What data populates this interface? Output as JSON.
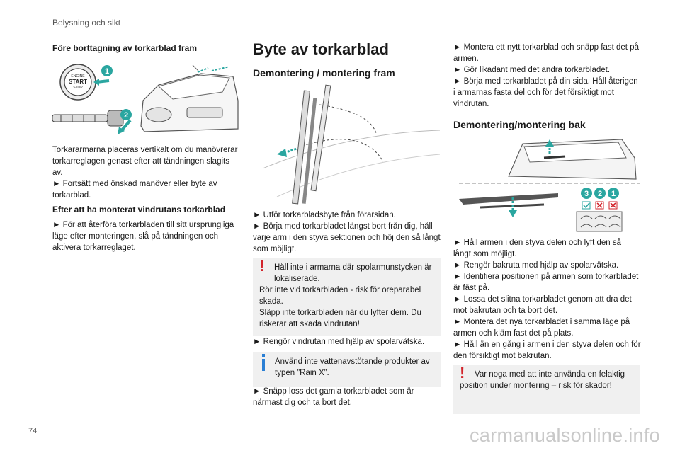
{
  "header": {
    "section": "Belysning och sikt"
  },
  "page_number": "74",
  "watermark": "carmanualsonline.info",
  "col1": {
    "heading_before": "Före borttagning av torkarblad fram",
    "figure": {
      "button_line1": "ENGINE",
      "button_line2": "START",
      "button_line3": "STOP",
      "callout1": "1",
      "callout2": "2"
    },
    "para1": "Torkararmarna placeras vertikalt om du manövrerar torkarreglagen genast efter att tändningen slagits av.",
    "para1b": "► Fortsätt med önskad manöver eller byte av torkarblad.",
    "heading_after": "Efter att ha monterat vindrutans torkarblad",
    "para2": "► För att återföra torkarbladen till sitt ursprungliga läge efter monteringen, slå på tändningen och aktivera torkarreglaget."
  },
  "col2": {
    "title": "Byte av torkarblad",
    "subheading": "Demontering / montering fram",
    "steps": [
      "► Utför torkarbladsbyte från förarsidan.",
      "► Börja med torkarbladet längst bort från dig, håll varje arm i den styva sektionen och höj den så långt som möjligt."
    ],
    "warning": {
      "line1": "Håll inte i armarna där spolarmunstycken är lokaliserade.",
      "line2": "Rör inte vid torkarbladen - risk för oreparabel skada.",
      "line3": "Släpp inte torkarbladen när du lyfter dem. Du riskerar att skada vindrutan!"
    },
    "step3": "► Rengör vindrutan med hjälp av spolarvätska.",
    "info": "Använd inte vattenavstötande produkter av typen ”Rain X”.",
    "step4": "► Snäpp loss det gamla torkarbladet som är närmast dig och ta bort det."
  },
  "col3": {
    "steps_top": [
      "► Montera ett nytt torkarblad och snäpp fast det på armen.",
      "► Gör likadant med det andra torkarbladet.",
      "► Börja med torkarbladet på din sida. Håll återigen i armarnas fasta del och för det försiktigt mot vindrutan."
    ],
    "subheading": "Demontering/montering bak",
    "figure": {
      "callout3": "3",
      "callout2": "2",
      "callout1": "1"
    },
    "steps_bottom": [
      "► Håll armen i den styva delen och lyft den så långt som möjligt.",
      "► Rengör bakruta med hjälp av spolarvätska.",
      "► Identifiera positionen på armen som torkarbladet är fäst på.",
      "► Lossa det slitna torkarbladet genom att dra det mot bakrutan och ta bort det.",
      "► Montera det nya torkarbladet i samma läge på armen och kläm fast det på plats.",
      "► Håll än en gång i armen i den styva delen och för den försiktigt mot bakrutan."
    ],
    "warning": "Var noga med att inte använda en felaktig position under montering – risk för skador!"
  },
  "colors": {
    "teal": "#2aa6a0",
    "warning_red": "#d2232a",
    "info_blue": "#2a7fd4",
    "note_bg": "#f0f0f0"
  },
  "icons": [
    "warning-icon",
    "info-icon"
  ]
}
